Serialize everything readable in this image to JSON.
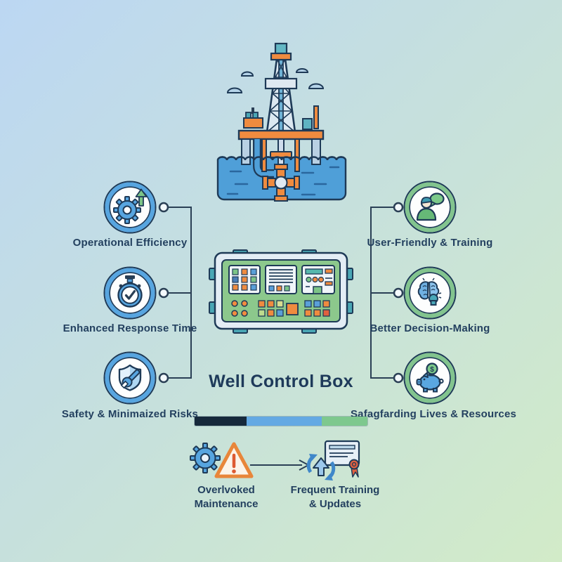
{
  "title": "Well Control Box",
  "palette": {
    "background_top_left": "#bcd7f3",
    "background_bottom_right": "#d2ebc8",
    "outline_navy": "#1e3a57",
    "text_navy": "#23405f",
    "blue_ring": "#57a5e0",
    "green_ring": "#82c48e",
    "orange_accent": "#ef8b3f",
    "teal_accent": "#4aa7b5",
    "water_blue": "#4f9fd8"
  },
  "illustrations": {
    "top": "offshore-oil-rig",
    "center": "well-control-box-panel"
  },
  "left_benefits": [
    {
      "label": "Operational Efficiency",
      "icon": "gear-up-arrow-icon"
    },
    {
      "label": "Enhanced Response Time",
      "icon": "stopwatch-check-icon"
    },
    {
      "label": "Safety & Minimaized Risks",
      "icon": "shield-wrench-icon"
    }
  ],
  "right_benefits": [
    {
      "label": "User-Friendly & Training",
      "icon": "person-chat-icon"
    },
    {
      "label": "Better Decision-Making",
      "icon": "brain-head-icon"
    },
    {
      "label": "Safagfarding Lives & Resources",
      "icon": "piggy-bank-icon"
    }
  ],
  "progress_bar": {
    "segments": [
      {
        "color": "#16293b",
        "percent": 30
      },
      {
        "color": "#64a9e3",
        "percent": 43.5
      },
      {
        "color": "#7ec88e",
        "percent": 26.5
      }
    ]
  },
  "bottom_items": {
    "left": {
      "line1": "Overlvoked",
      "line2": "Maintenance",
      "icon": "gear-warning-icon"
    },
    "right": {
      "line1": "Frequent Training",
      "line2": "& Updates",
      "icon": "refresh-certificate-icon"
    }
  }
}
